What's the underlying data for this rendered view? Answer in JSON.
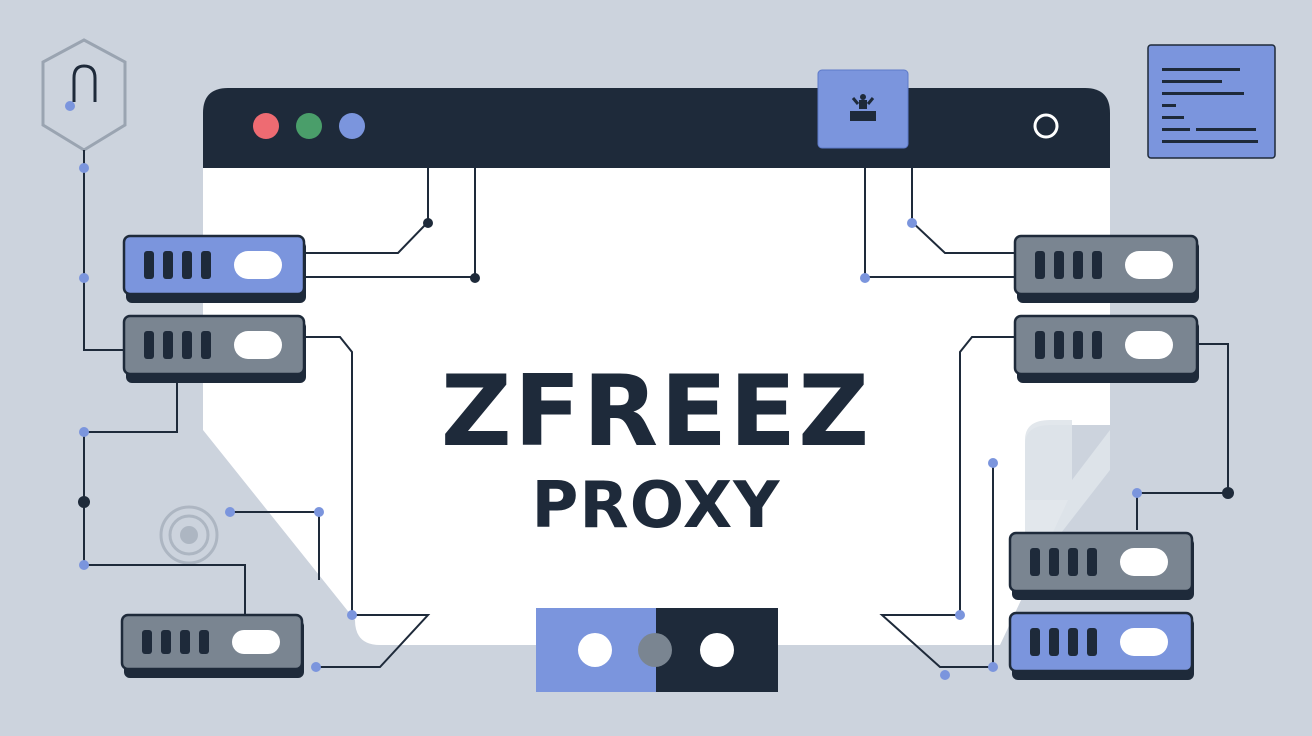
{
  "hero": {
    "title": "ZFREEZ",
    "subtitle": "PROXY"
  },
  "colors": {
    "background": "#ccd3dd",
    "dark": "#1e2a3a",
    "accent_blue": "#7b95dd",
    "server_gray": "#7a8591",
    "window_white": "#ffffff",
    "dot_red": "#ee6b72",
    "dot_green": "#4a9e6a",
    "dot_blue": "#7b95dd"
  },
  "icons": {
    "lock": "lock-icon",
    "chat": "chat-icon",
    "target": "target-icon",
    "document": "document-icon",
    "toggle": "toggle-switch-icon"
  },
  "servers": [
    {
      "side": "left",
      "color": "blue"
    },
    {
      "side": "left",
      "color": "gray"
    },
    {
      "side": "left",
      "color": "gray"
    },
    {
      "side": "right",
      "color": "gray"
    },
    {
      "side": "right",
      "color": "gray"
    },
    {
      "side": "right",
      "color": "gray"
    },
    {
      "side": "right",
      "color": "blue"
    }
  ]
}
